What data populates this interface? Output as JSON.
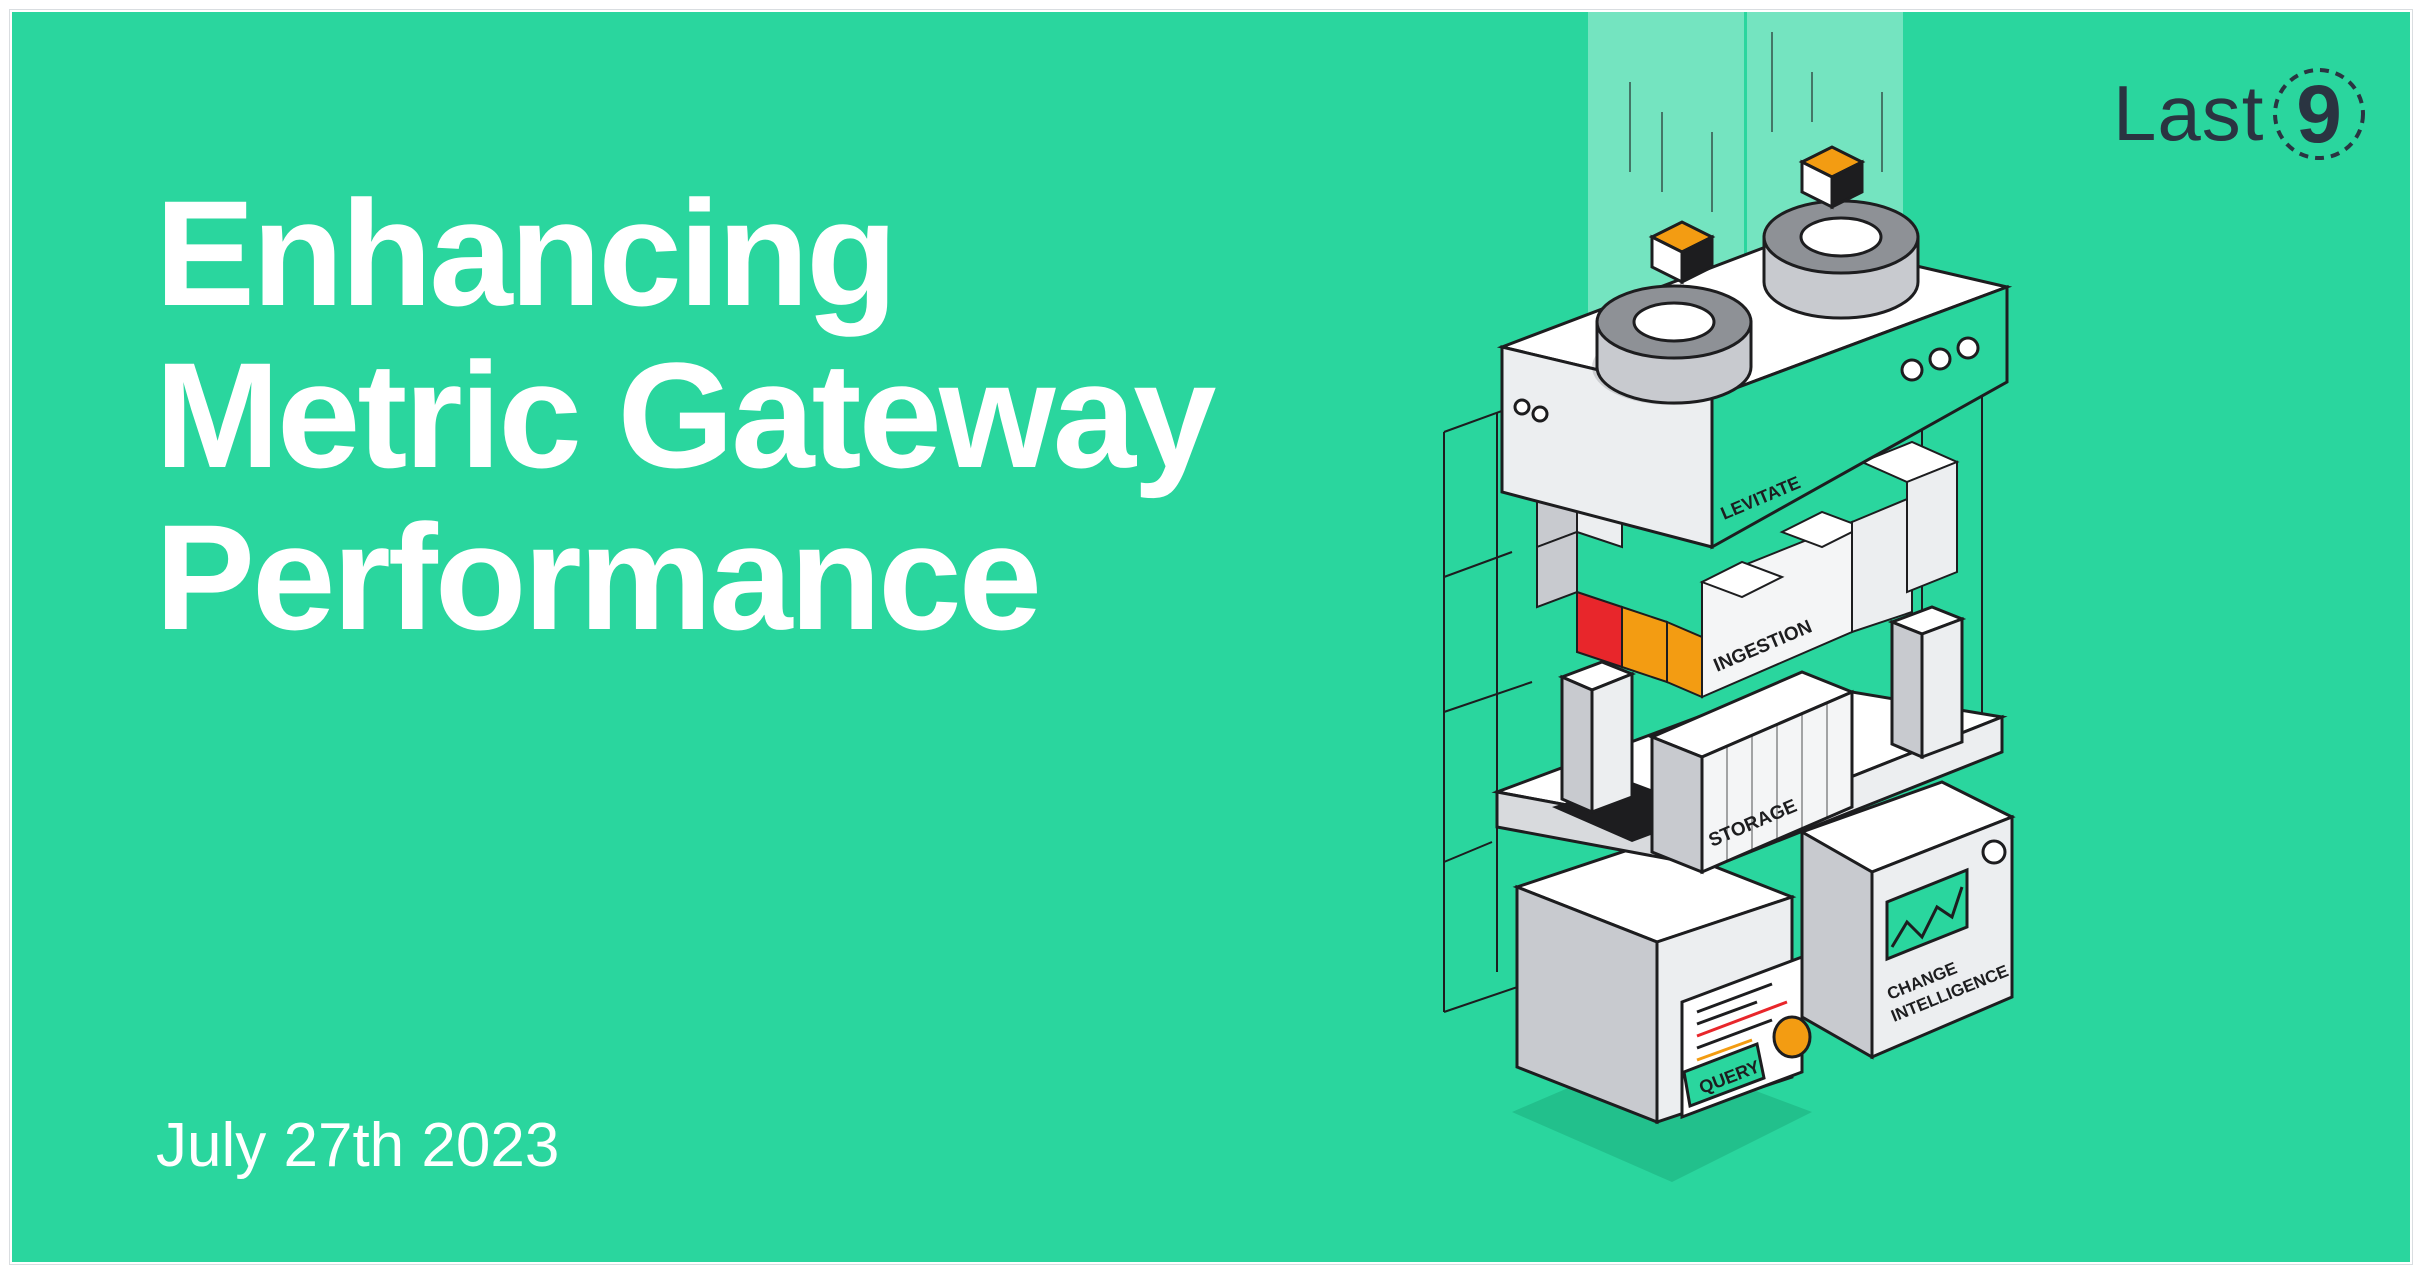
{
  "banner": {
    "title_lines": [
      "Enhancing",
      "Metric Gateway",
      "Performance"
    ],
    "date": "July 27th 2023",
    "background_color": "#2ad69e",
    "text_color": "#ffffff"
  },
  "logo": {
    "text": "Last",
    "mark": "9",
    "color": "#2a3441"
  },
  "illustration": {
    "labels": {
      "levitate": "LEVITATE",
      "ingestion": "INGESTION",
      "storage": "STORAGE",
      "query": "QUERY",
      "change_line1": "CHANGE",
      "change_line2": "INTELLIGENCE"
    },
    "accent_colors": {
      "orange": "#f39c12",
      "red": "#e8262b",
      "green": "#2ad69e",
      "dark": "#1d1d1f"
    }
  }
}
